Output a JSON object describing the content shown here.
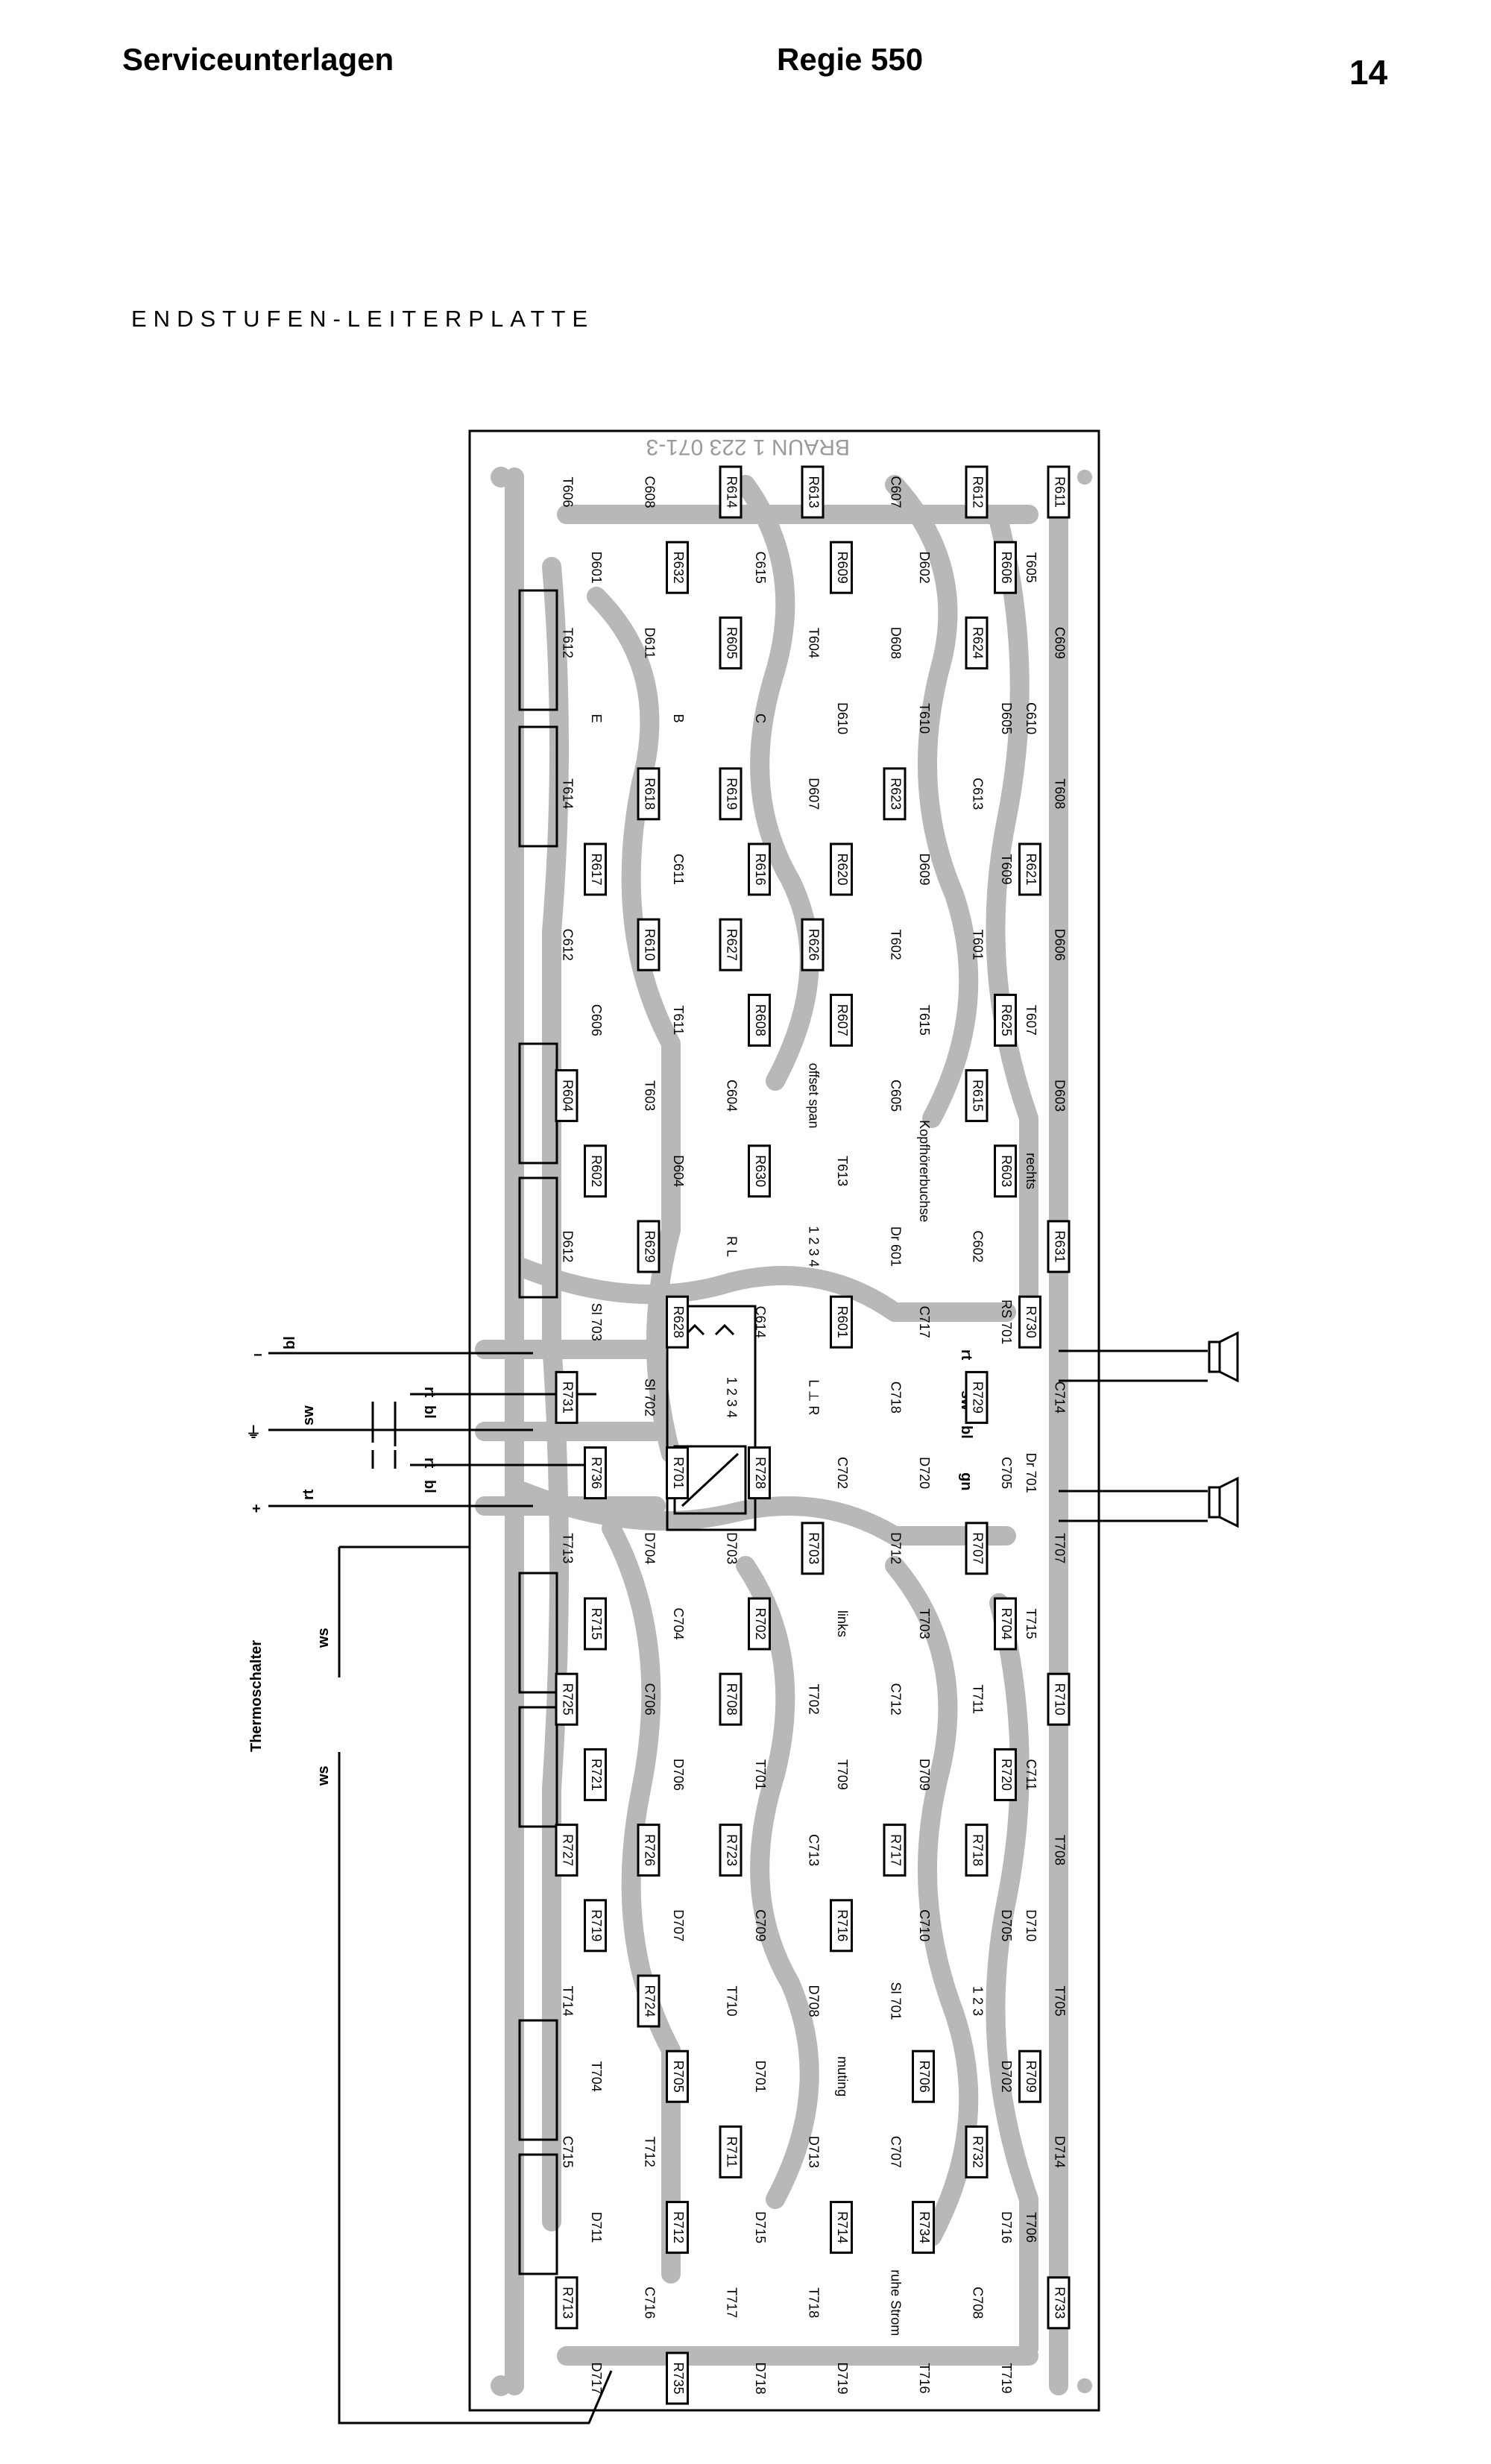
{
  "header": {
    "left": "Serviceunterlagen",
    "center": "Regie 550",
    "page": "14"
  },
  "board_title": "ENDSTUFEN-LEITERPLATTE",
  "board_print": "BRAUN 1 223 071-3",
  "components": [
    "T606",
    "C608",
    "R614",
    "R613",
    "C607",
    "R612",
    "R611",
    "D601",
    "R632",
    "C615",
    "R609",
    "D602",
    "R606",
    "T605",
    "T612",
    "D611",
    "R605",
    "T604",
    "D608",
    "R624",
    "C609",
    "E",
    "B",
    "C",
    "D610",
    "T610",
    "D605",
    "C610",
    "T614",
    "R618",
    "R619",
    "D607",
    "R623",
    "C613",
    "T608",
    "R617",
    "C611",
    "R616",
    "R620",
    "D609",
    "T609",
    "R621",
    "C612",
    "R610",
    "R627",
    "R626",
    "T602",
    "T601",
    "D606",
    "C606",
    "T611",
    "R608",
    "R607",
    "T615",
    "R625",
    "T607",
    "R604",
    "T603",
    "C604",
    "offset span",
    "C605",
    "R615",
    "D603",
    "R602",
    "D604",
    "R630",
    "T613",
    "Kopfhörerbuchse",
    "R603",
    "rechts",
    "D612",
    "R629",
    "R L",
    "1 2 3 4",
    "Dr 601",
    "C602",
    "R631",
    "Sl 703",
    "R628",
    "C614",
    "R601",
    "C717",
    "RS 701",
    "R730",
    "R731",
    "Sl 702",
    "1 2 3 4",
    "L ⊥ R",
    "C718",
    "R729",
    "C714",
    "R736",
    "R701",
    "R728",
    "C702",
    "D720",
    "C705",
    "Dr 701",
    "T713",
    "D704",
    "D703",
    "R703",
    "D712",
    "R707",
    "T707",
    "R715",
    "C704",
    "R702",
    "links",
    "T703",
    "R704",
    "T715",
    "R725",
    "C706",
    "R708",
    "T702",
    "C712",
    "T711",
    "R710",
    "R721",
    "D706",
    "T701",
    "T709",
    "D709",
    "R720",
    "C711",
    "R727",
    "R726",
    "R723",
    "C713",
    "R717",
    "R718",
    "T708",
    "R719",
    "D707",
    "C709",
    "R716",
    "C710",
    "D705",
    "D710",
    "T714",
    "R724",
    "T710",
    "D708",
    "Sl 701",
    "1 2 3",
    "T705",
    "T704",
    "R705",
    "D701",
    "muting",
    "R706",
    "D702",
    "R709",
    "C715",
    "T712",
    "R711",
    "D713",
    "C707",
    "R732",
    "D714",
    "D711",
    "R712",
    "D715",
    "R714",
    "R734",
    "D716",
    "T706",
    "R713",
    "C716",
    "T717",
    "T718",
    "ruhe Strom",
    "C708",
    "R733",
    "D717",
    "R735",
    "D718",
    "D719",
    "T716",
    "T719"
  ],
  "wire_labels": {
    "minus": "−",
    "ground": "⏚",
    "plus": "+",
    "bl": "bl",
    "rt": "rt",
    "sw": "sw",
    "gn": "gn",
    "ws": "ws",
    "thermoschalter": "Thermoschalter"
  },
  "colors": {
    "ink": "#000000",
    "trace": "#b8b8b8",
    "paper": "#ffffff"
  }
}
